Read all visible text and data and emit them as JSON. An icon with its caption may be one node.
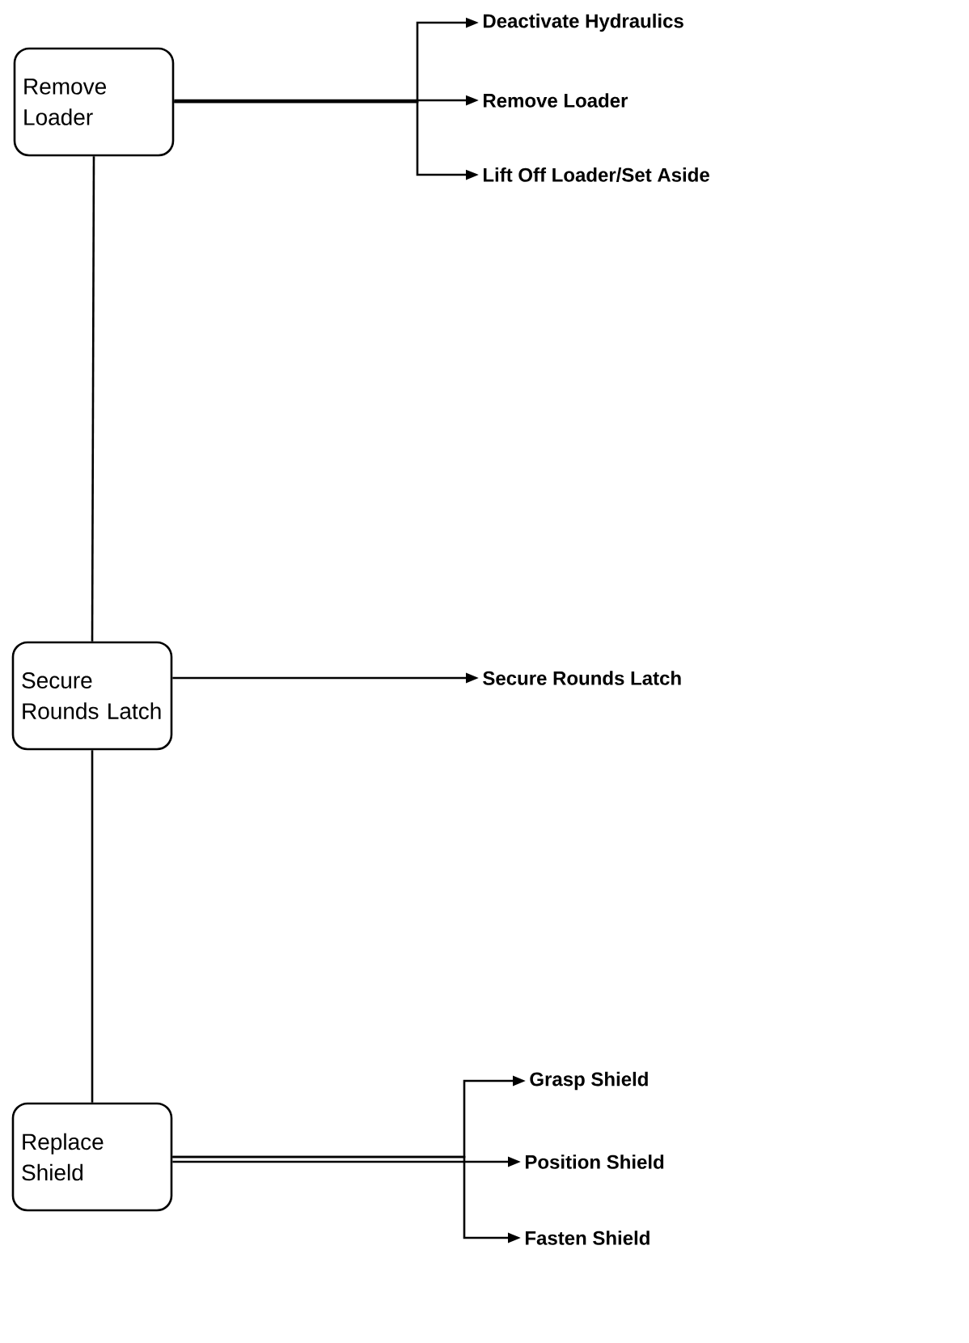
{
  "diagram": {
    "nodes": [
      {
        "text": [
          "Remove Loader"
        ]
      },
      {
        "text": [
          "Deactivate Hydraulics"
        ]
      },
      {
        "text": [
          "Remove Loader"
        ]
      },
      {
        "text": [
          "Lift Off Loader/Set Aside"
        ]
      },
      {
        "text": [
          "Secure Rounds Latch"
        ]
      },
      {
        "text": [
          "Secure Rounds Latch"
        ]
      },
      {
        "text": [
          "Replace Shield"
        ]
      },
      {
        "text": [
          "Grasp Shield"
        ]
      },
      {
        "text": [
          "Position Shield"
        ]
      },
      {
        "text": [
          "Fasten Shield"
        ]
      }
    ],
    "edges": [
      {
        "from": 0,
        "to": 1,
        "arrow": "to"
      },
      {
        "from": 0,
        "to": 2,
        "arrow": "to"
      },
      {
        "from": 0,
        "to": 3,
        "arrow": "to"
      },
      {
        "from": 0,
        "to": 4,
        "arrow": "none"
      },
      {
        "from": 4,
        "to": 5,
        "arrow": "to"
      },
      {
        "from": 4,
        "to": 6,
        "arrow": "none"
      },
      {
        "from": 6,
        "to": 7,
        "arrow": "to"
      },
      {
        "from": 6,
        "to": 8,
        "arrow": "to"
      },
      {
        "from": 6,
        "to": 9,
        "arrow": "to"
      }
    ]
  }
}
